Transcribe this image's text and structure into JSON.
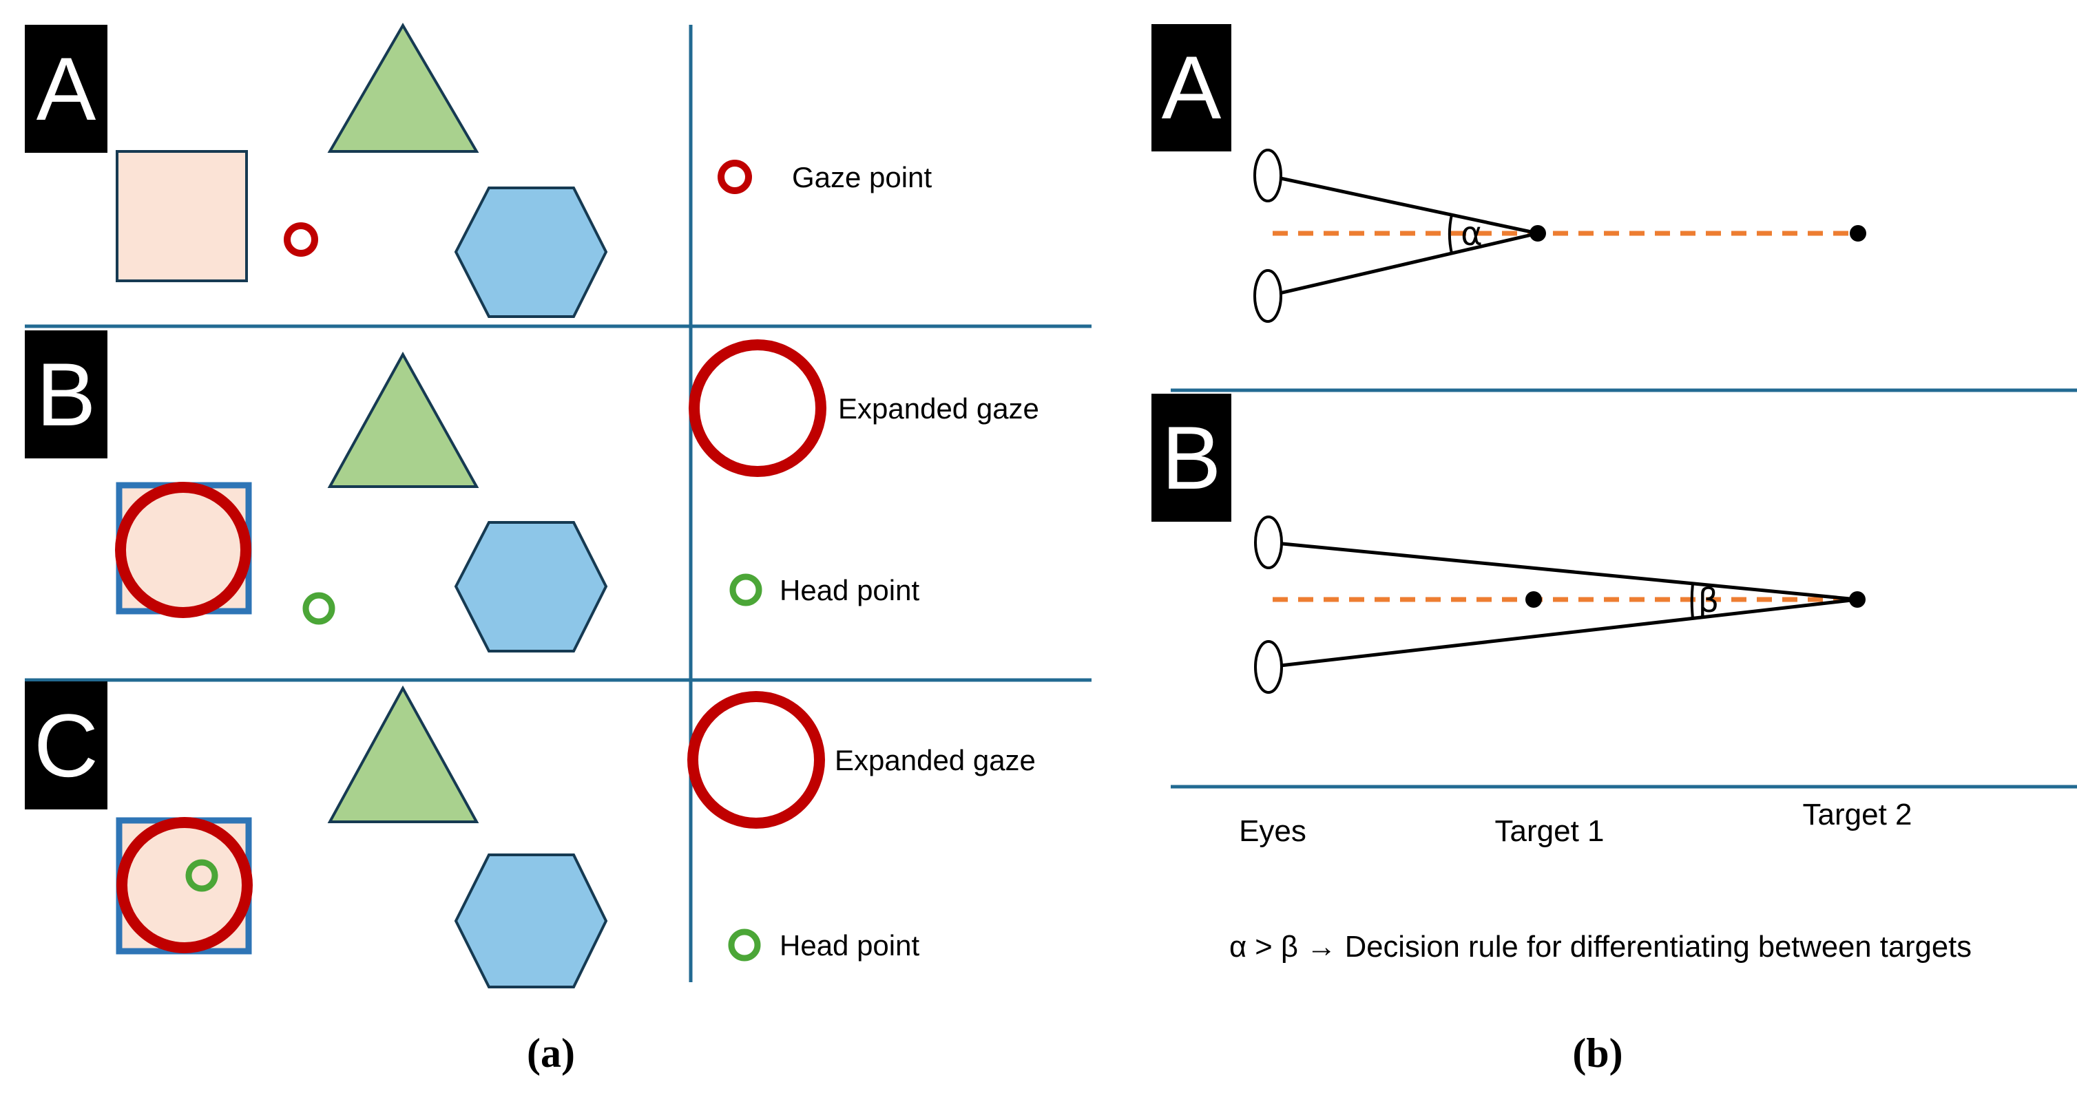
{
  "figure": {
    "caption_a": "(a)",
    "caption_b": "(b)"
  },
  "panel_a": {
    "row_labels": [
      "A",
      "B",
      "C"
    ],
    "legend": {
      "gaze_point": "Gaze point",
      "expanded_gaze": "Expanded gaze",
      "head_point": "Head point"
    }
  },
  "panel_b": {
    "row_labels": [
      "A",
      "B"
    ],
    "alpha": "α",
    "beta": "β",
    "axis_labels": {
      "eyes": "Eyes",
      "target_1": "Target 1",
      "target_2": "Target 2"
    },
    "decision_rule": "α > β → Decision rule for differentiating between targets"
  },
  "colors": {
    "red": "#C00000",
    "green": "#4BA637",
    "orange": "#ED7D31",
    "steel_blue": "#226A92",
    "square_fill": "#FBE3D6",
    "square_border_blue": "#2E75B6",
    "triangle_fill": "#A9D18E",
    "hexagon_fill": "#8DC6E8",
    "shape_stroke": "#163A52"
  }
}
